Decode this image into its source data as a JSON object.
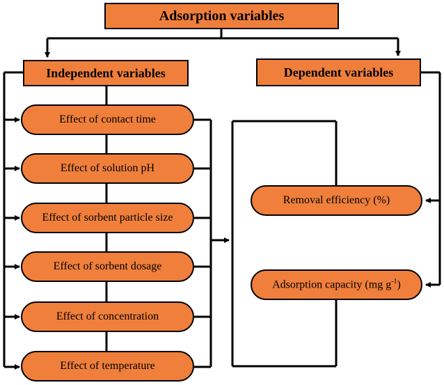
{
  "title": "Adsorption variables",
  "independent": {
    "heading": "Independent variables",
    "items": [
      "Effect of contact time",
      "Effect of solution pH",
      "Effect of sorbent particle size",
      "Effect of sorbent dosage",
      "Effect of concentration",
      "Effect of temperature"
    ]
  },
  "dependent": {
    "heading": "Dependent variables",
    "items": [
      {
        "text": "Removal efficiency (%)"
      },
      {
        "text_prefix": "Adsorption capacity (mg g",
        "superscript": "-1",
        "text_suffix": ")"
      }
    ]
  },
  "colors": {
    "box_fill": "#f07f3c",
    "line": "#000000"
  }
}
